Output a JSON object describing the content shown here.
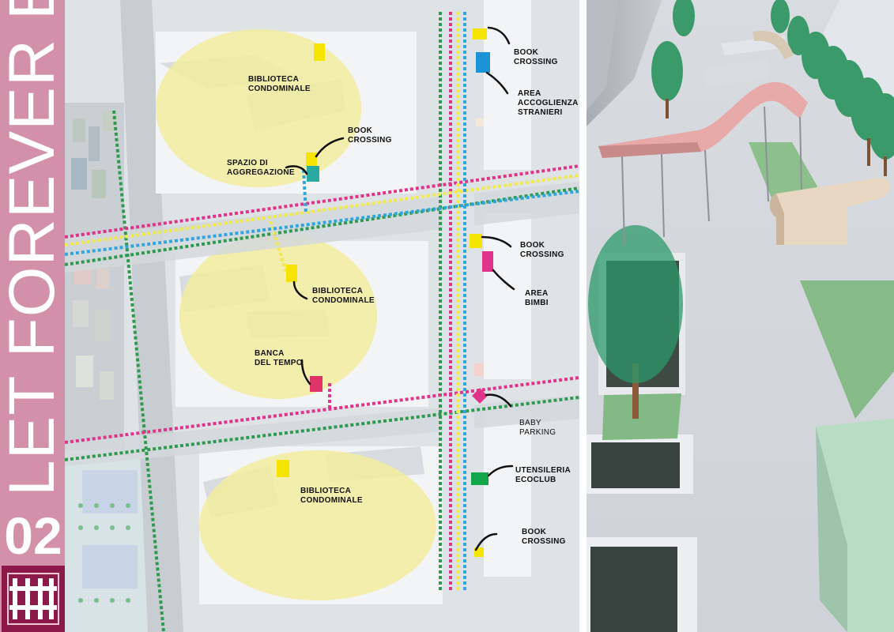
{
  "sidebar": {
    "title": "LET FOREVER BE",
    "number": "02"
  },
  "colors": {
    "sidebar": "#d391a9",
    "logo": "#8b1a4a",
    "green_path": "#2f9a4f",
    "magenta_path": "#e0338a",
    "yellow_path": "#f2e94a",
    "blue_path": "#31a6dd",
    "courtyard": "#f2ec9e"
  },
  "labels": {
    "biblioteca_1": [
      "BIBLIOTECA",
      "CONDOMINALE"
    ],
    "book_crossing_1": [
      "BOOK",
      "CROSSING"
    ],
    "spazio": [
      "SPAZIO DI",
      "AGGREGAZIONE"
    ],
    "biblioteca_2": [
      "BIBLIOTECA",
      "CONDOMINALE"
    ],
    "banca": [
      "BANCA",
      "DEL TEMPO"
    ],
    "biblioteca_3": [
      "BIBLIOTECA",
      "CONDOMINALE"
    ],
    "book_crossing_2": [
      "BOOK",
      "CROSSING"
    ],
    "area_accoglienza": [
      "AREA",
      "ACCOGLIENZA",
      "STRANIERI"
    ],
    "book_crossing_3": [
      "BOOK",
      "CROSSING"
    ],
    "area_bimbi": [
      "AREA",
      "BIMBI"
    ],
    "baby_parking": [
      "BABY",
      "PARKING"
    ],
    "utensileria": [
      "UTENSILERIA",
      "ECOCLUB"
    ],
    "book_crossing_4": [
      "BOOK",
      "CROSSING"
    ]
  }
}
